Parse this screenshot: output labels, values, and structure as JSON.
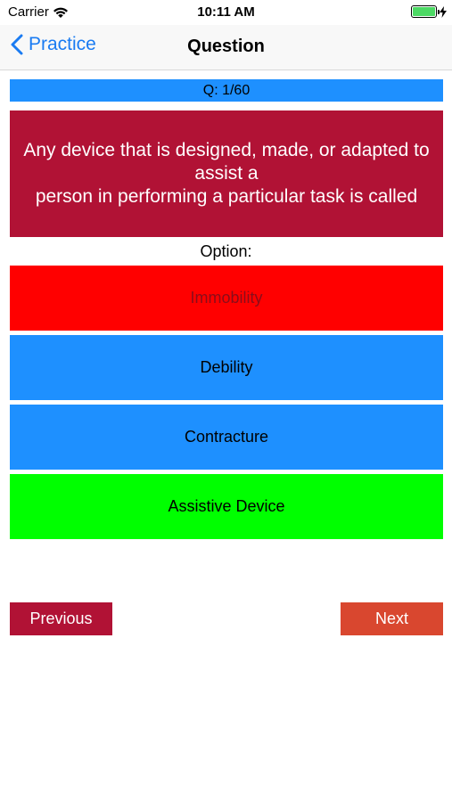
{
  "status": {
    "carrier": "Carrier",
    "time": "10:11 AM",
    "battery_level": 1.0
  },
  "nav": {
    "back_label": "Practice",
    "title": "Question"
  },
  "question": {
    "counter": "Q: 1/60",
    "text": "Any device that is designed, made, or adapted to assist a\nperson in performing a particular task is called",
    "option_header": "Option:"
  },
  "options": [
    {
      "label": "Immobility",
      "color": "#ff0000"
    },
    {
      "label": "Debility",
      "color": "#1e90ff"
    },
    {
      "label": "Contracture",
      "color": "#1e90ff"
    },
    {
      "label": "Assistive Device",
      "color": "#00ff00"
    }
  ],
  "buttons": {
    "previous_label": "Previous",
    "previous_color": "#b11235",
    "next_label": "Next",
    "next_color": "#d9472f"
  },
  "icons": {
    "wifi": "wifi-icon",
    "battery": "battery-icon",
    "charging": "bolt-icon",
    "back": "chevron-left-icon"
  }
}
